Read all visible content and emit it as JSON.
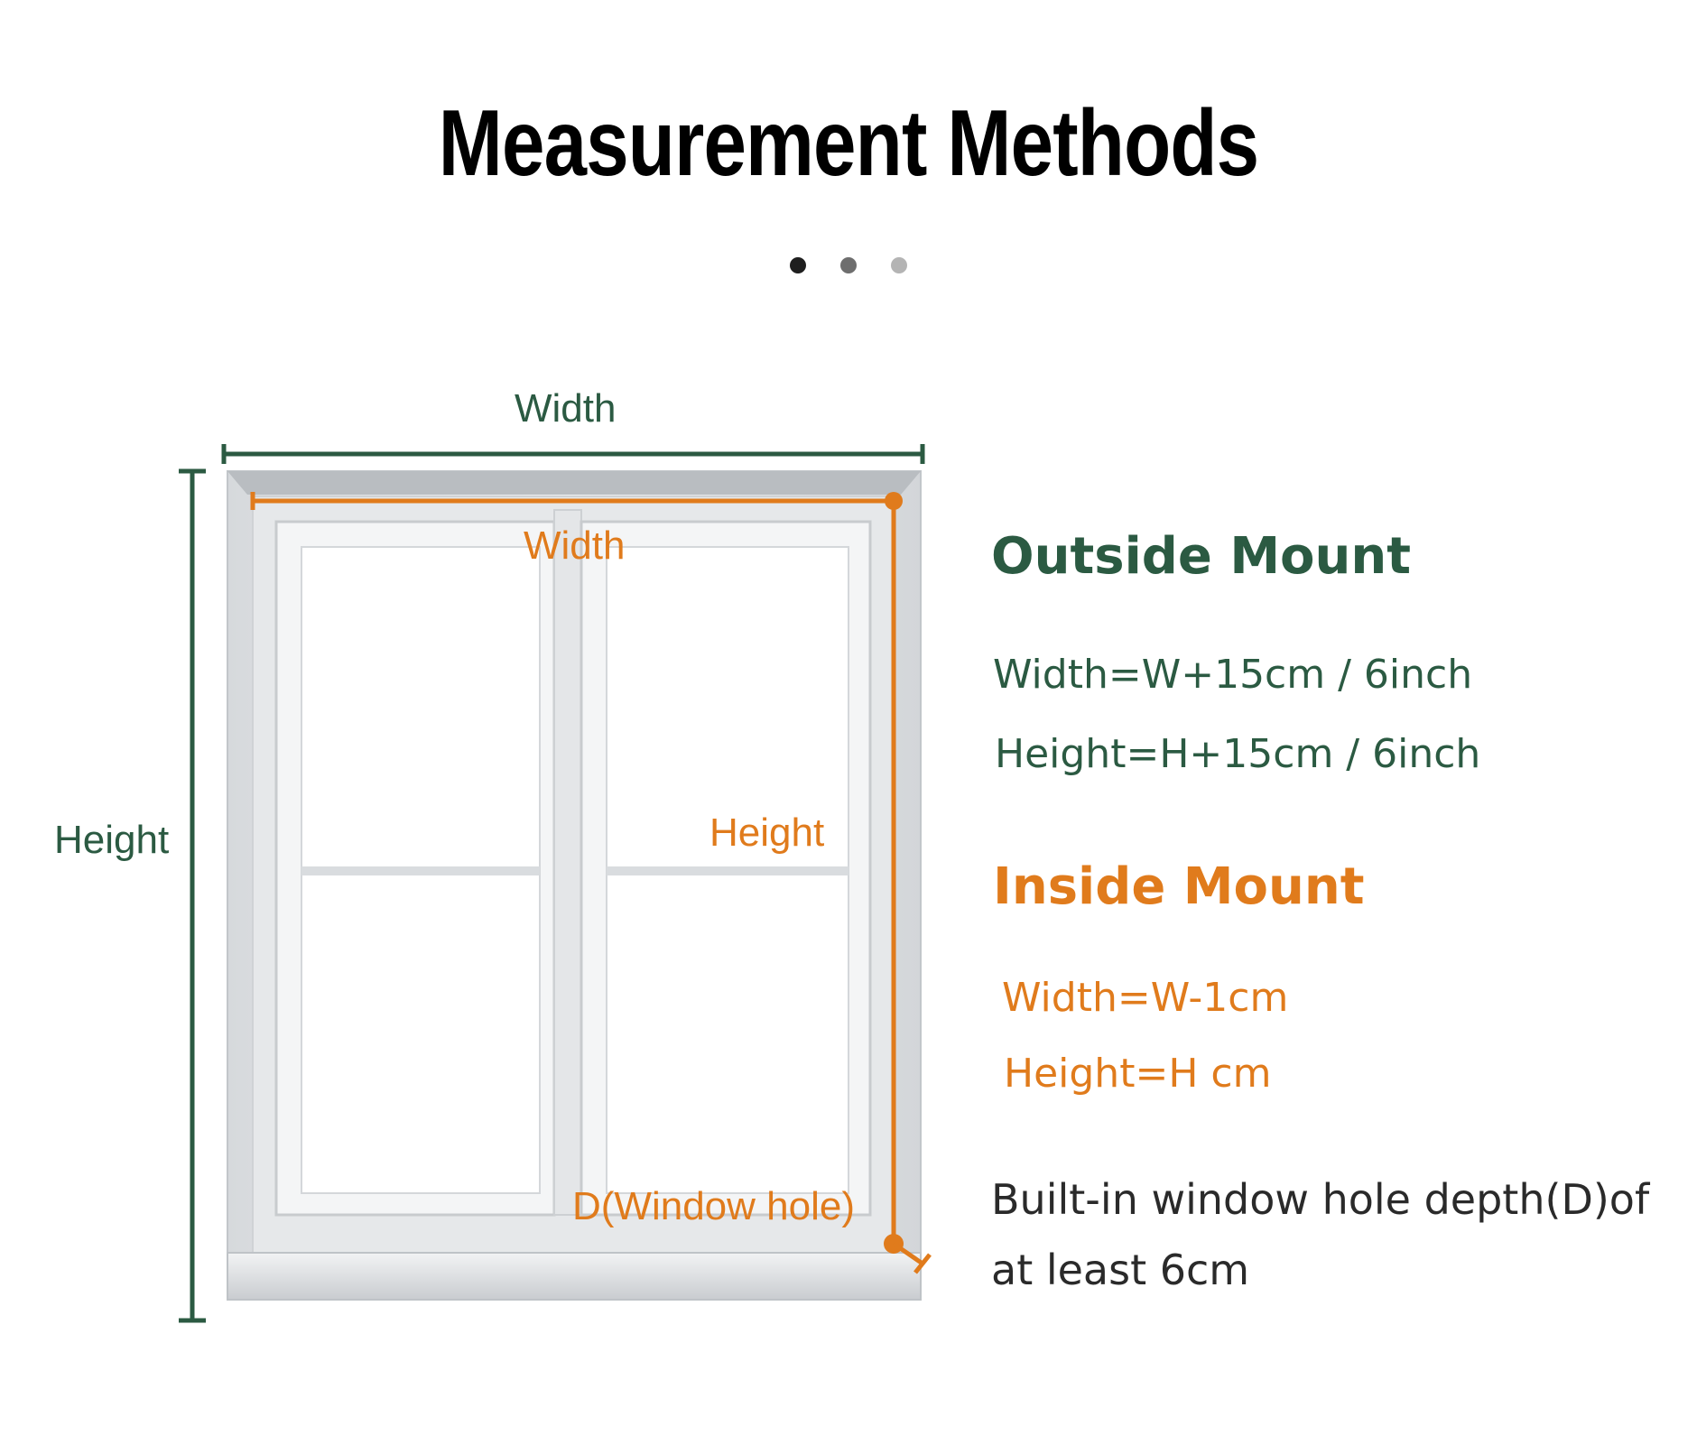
{
  "title": "Measurement Methods",
  "pager": {
    "dots": [
      "#1f1f1f",
      "#6e6e6e",
      "#b4b4b4"
    ]
  },
  "colors": {
    "green": "#2b5a42",
    "orange": "#e07b1c"
  },
  "diagram": {
    "outer_width_label": "Width",
    "outer_height_label": "Height",
    "inner_width_label": "Width",
    "inner_height_label": "Height",
    "depth_label": "D(Window hole)"
  },
  "outside_mount": {
    "heading": "Outside Mount",
    "width_formula": "Width=W+15cm / 6inch",
    "height_formula": "Height=H+15cm / 6inch"
  },
  "inside_mount": {
    "heading": "Inside Mount",
    "width_formula": "Width=W-1cm",
    "height_formula": "Height=H cm"
  },
  "note": {
    "line1": "Built-in window hole depth(D)of",
    "line2": "at least 6cm"
  }
}
